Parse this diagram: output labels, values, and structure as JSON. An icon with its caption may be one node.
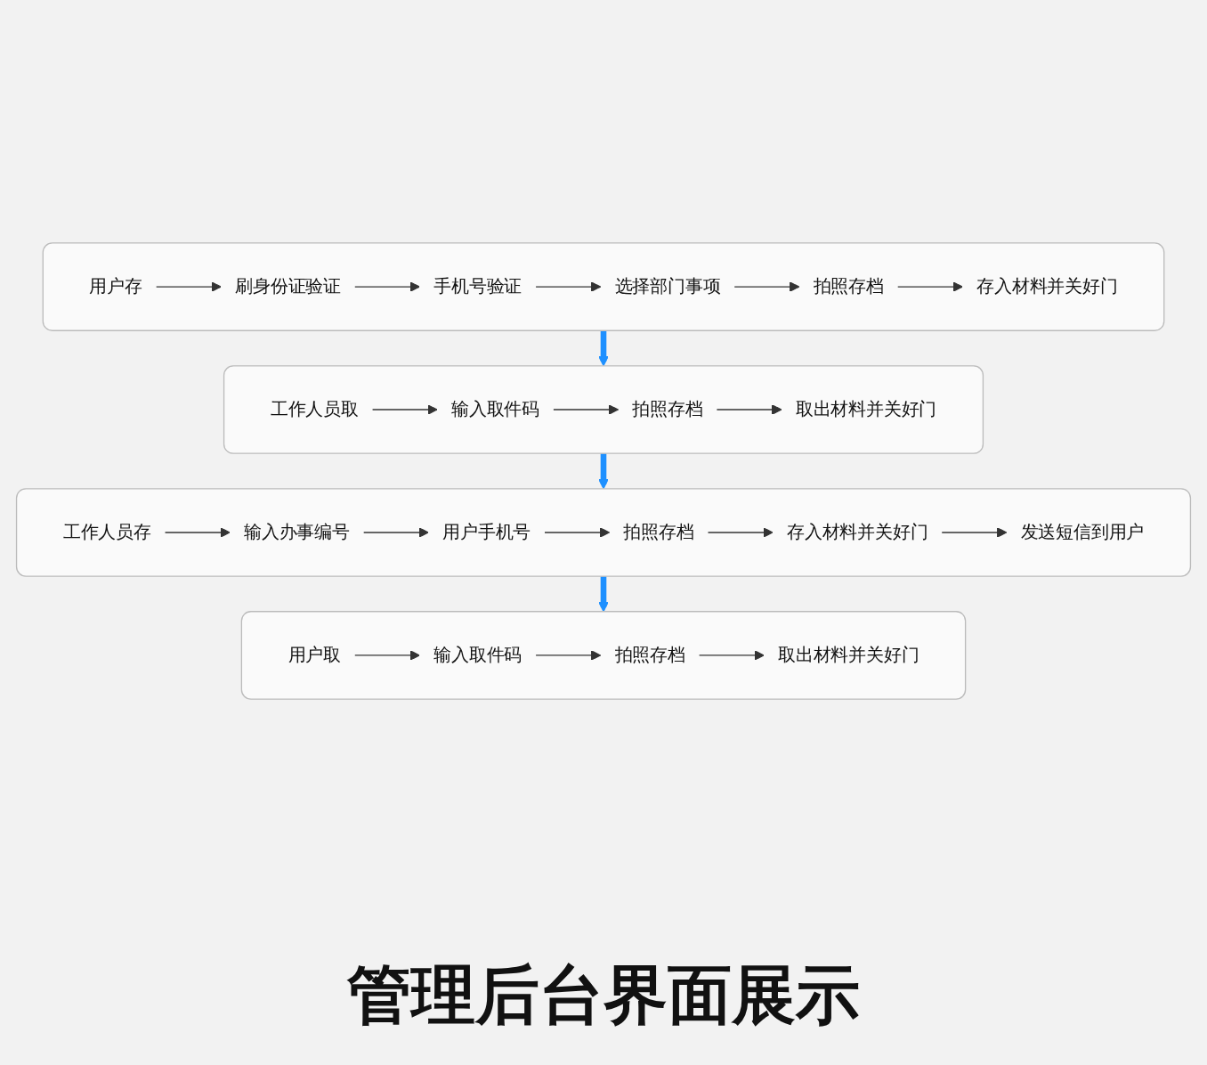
{
  "diagram": {
    "title": "管理后台界面展示",
    "nodes": [
      {
        "text": [],
        "shape": "box"
      },
      {
        "text": [
          "用户存"
        ],
        "in": 0
      },
      {
        "text": [
          "刷身份证验证"
        ],
        "in": 0
      },
      {
        "text": [
          "手机号验证"
        ],
        "in": 0
      },
      {
        "text": [
          "选择部门事项"
        ],
        "in": 0
      },
      {
        "text": [
          "拍照存档"
        ],
        "in": 0
      },
      {
        "text": [
          "存入材料并关好门"
        ],
        "in": 0
      },
      {
        "text": [],
        "shape": "box"
      },
      {
        "text": [
          "工作人员取"
        ],
        "in": 7
      },
      {
        "text": [
          "输入取件码"
        ],
        "in": 7
      },
      {
        "text": [
          "拍照存档"
        ],
        "in": 7
      },
      {
        "text": [
          "取出材料并关好门"
        ],
        "in": 7
      },
      {
        "text": [],
        "shape": "box"
      },
      {
        "text": [
          "工作人员存"
        ],
        "in": 12
      },
      {
        "text": [
          "输入办事编号"
        ],
        "in": 12
      },
      {
        "text": [
          "用户手机号"
        ],
        "in": 12
      },
      {
        "text": [
          "拍照存档"
        ],
        "in": 12
      },
      {
        "text": [
          "存入材料并关好门"
        ],
        "in": 12
      },
      {
        "text": [
          "发送短信到用户"
        ],
        "in": 12
      },
      {
        "text": [],
        "shape": "box"
      },
      {
        "text": [
          "用户取"
        ],
        "in": 19
      },
      {
        "text": [
          "输入取件码"
        ],
        "in": 19
      },
      {
        "text": [
          "拍照存档"
        ],
        "in": 19
      },
      {
        "text": [
          "取出材料并关好门"
        ],
        "in": 19
      }
    ],
    "edges": [
      {
        "from": 1,
        "to": 2,
        "arrow": "to"
      },
      {
        "from": 2,
        "to": 3,
        "arrow": "to"
      },
      {
        "from": 3,
        "to": 4,
        "arrow": "to"
      },
      {
        "from": 4,
        "to": 5,
        "arrow": "to"
      },
      {
        "from": 5,
        "to": 6,
        "arrow": "to"
      },
      {
        "from": 0,
        "to": 7,
        "arrow": "to",
        "style": "thick",
        "color": "#1e90ff"
      },
      {
        "from": 8,
        "to": 9,
        "arrow": "to"
      },
      {
        "from": 9,
        "to": 10,
        "arrow": "to"
      },
      {
        "from": 10,
        "to": 11,
        "arrow": "to"
      },
      {
        "from": 7,
        "to": 12,
        "arrow": "to",
        "style": "thick",
        "color": "#1e90ff"
      },
      {
        "from": 13,
        "to": 14,
        "arrow": "to"
      },
      {
        "from": 14,
        "to": 15,
        "arrow": "to"
      },
      {
        "from": 15,
        "to": 16,
        "arrow": "to"
      },
      {
        "from": 16,
        "to": 17,
        "arrow": "to"
      },
      {
        "from": 17,
        "to": 18,
        "arrow": "to"
      },
      {
        "from": 12,
        "to": 19,
        "arrow": "to",
        "style": "thick",
        "color": "#1e90ff"
      },
      {
        "from": 20,
        "to": 21,
        "arrow": "to"
      },
      {
        "from": 21,
        "to": 22,
        "arrow": "to"
      },
      {
        "from": 22,
        "to": 23,
        "arrow": "to"
      }
    ]
  }
}
